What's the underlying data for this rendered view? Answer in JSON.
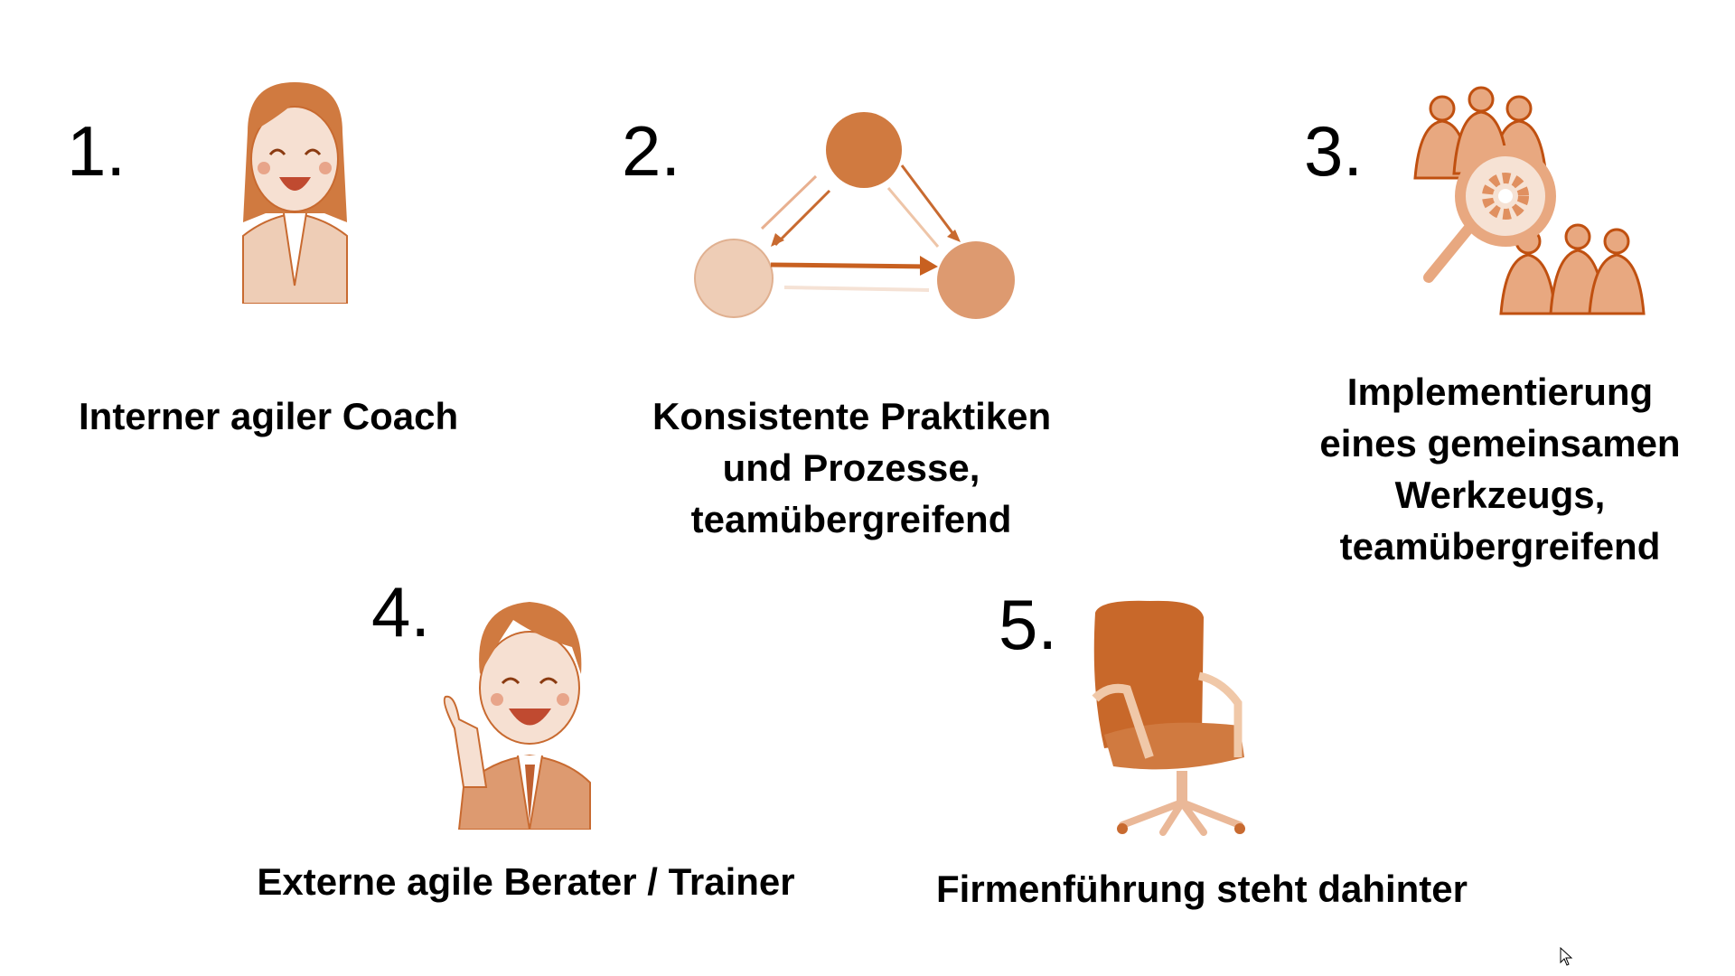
{
  "slide": {
    "colors": {
      "accent": "#d07a40",
      "light": "#eecdb6",
      "mid": "#dd9a70",
      "text": "#000000"
    },
    "items": [
      {
        "number": "1.",
        "caption_lines": [
          "Interner agiler Coach"
        ],
        "icon": "businesswoman-icon"
      },
      {
        "number": "2.",
        "caption_lines": [
          "Konsistente Praktiken",
          "und Prozesse,",
          "teamübergreifend"
        ],
        "icon": "process-cycle-icon"
      },
      {
        "number": "3.",
        "caption_lines": [
          "Implementierung",
          "eines gemeinsamen",
          "Werkzeugs,",
          "teamübergreifend"
        ],
        "icon": "team-tool-icon"
      },
      {
        "number": "4.",
        "caption_lines": [
          "Externe agile Berater / Trainer"
        ],
        "icon": "businessman-pointing-icon"
      },
      {
        "number": "5.",
        "caption_lines": [
          "Firmenführung steht dahinter"
        ],
        "icon": "office-chair-icon"
      }
    ]
  }
}
